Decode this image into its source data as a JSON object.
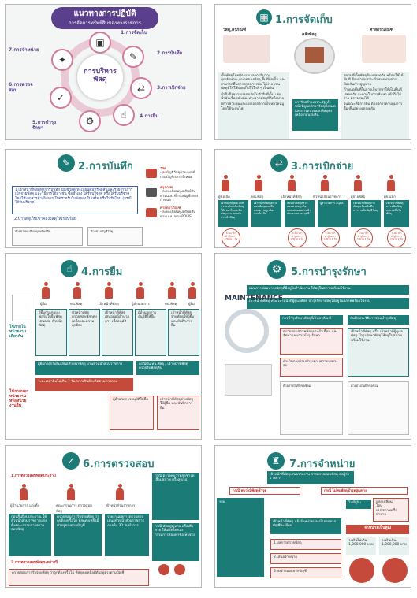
{
  "c1": {
    "title1": "แนวทางการปฏิบัติ",
    "title2": "การจัดการทรัพย์สินของทางราชการ",
    "center": "การบริหาร พัสดุ",
    "items": [
      "1.การจัดเก็บ",
      "2.การบันทึก",
      "3.การเบิกจ่าย",
      "4.การยืม",
      "5.การบำรุง รักษา",
      "6.การตรวจ สอบ",
      "7.การจำหน่าย"
    ],
    "colors": {
      "purple": "#5a3f8c",
      "pink": "#d27a9a",
      "teal": "#1a7b77"
    }
  },
  "c2": {
    "title": "1.การจัดเก็บ",
    "labels": [
      "วัสดุ,ครุภัณฑ์",
      "คลังพัสดุ",
      "ศาสตราภัณฑ์"
    ],
    "left": [
      "เก็บพัสดุโดยพิจารณาจากปริมาณ คุณลักษณะ,ขนาดของพัสดุ,พื้นที่จัดเก็บ และสามารถคืนการตรวจการนับ ได้ง่าย เช่น พัสดุที่ใช้ใช้บ่อยเก็บไว้ใกล้ ๆ เป็นต้น",
      "คำนึงถึงความปลอดภัยในตัวสิ่งที่เก็บ เช่น น้ำมันเชื้อเพลิงต้องห่างจากพัสดุที่ติดไฟง่าย",
      "มีการควบคุมและแยกออกจากเป็นหมวดหมู่ โดยใช้ระบบไฟ"
    ],
    "mid": "การวัดสร้างเพราะรัฐ ทำหน้าที่ดูแลรักษาวัสดุทั้งหมด และการตรวจสอบพัสดุคงเหลือ ก่อนรับคืน",
    "right": [
      "สถานที่เก็บพัสดุต้องปลอดภัย พร้อมใช้ได้ทันที ต้องกำกับสาระกำหนดทางการป้องกันการสูญหาย",
      "กำหนดพื้นที่ในการเก็บรักษาให้เป็นพื้นที่ปลอดภัย สะดวกในการค้นหา เข้าถึงได้ง่าย ตรวจสอบได้",
      "ในขณะที่มีการยืม ต้องมีการควบคุมการยืม-คืนอย่างเคร่งครัด"
    ]
  },
  "c3": {
    "title": "2.การบันทึก",
    "side": [
      {
        "h": "วัสดุ",
        "t": "- ลงบัญชีวัสดุตามแบบที่ กรมบัญชีกลางกำหนด"
      },
      {
        "h": "ครุภัณฑ์",
        "t": "- ลงทะเบียนคุมทรัพย์สินตามแบบ ที่กรมบัญชีกลางกำหนด"
      },
      {
        "h": "ศาสตราภัณฑ์",
        "t": "- ลงทะเบียนคุมทรัพย์สินตามแบบ ของ POLIS"
      }
    ],
    "p1": "1.เจ้าหน้าที่พัสดุทำการบันทึก บัญชีวัสดุ/ทะเบียนคุมทรัพย์สินและรายงานการเบิกจ่ายพัสดุ และวิธีการได้มาเช่น ซื้อซ้ำเอง ได้รับบริจาค หรือได้รับบริจาค โดยใช้เอกสารอ้างอิงจาก ใบตรวจรับใบส่งของ ใบเสร็จ หรือใบรับโอน (กรณีได้รับบริจาค)",
    "p2": "2.นำวัสดุเก็บเข้าคลังวัสดุให้เรียบร้อย",
    "doc1": "ตัวอย่างทะเบียนคุมทรัพย์สิน",
    "doc2": "ตัวอย่างบัญชีวัสดุ"
  },
  "c4": {
    "title": "3.การเบิกจ่าย",
    "roles": [
      "ผู้ขอเบิก",
      "หน.พัสดุ",
      "เจ้าหน้าที่พัสดุ",
      "หัวหน้าส่วนราชการ",
      "ผู้จ่ายพัสดุ",
      "ผู้ขอเบิก"
    ],
    "steps": [
      "เจ้าหน้าที่ผู้ขอเบิกที่ประสงค์จะเบิกพัสดุ ให้กรอกใบขอเบิกพัสดุและเสนอต่อหัวหน้าพัสดุ",
      "เจ้าหน้าที่พัสดุตรวจสอบพัสดุคงเหลือและความถูกต้อง ของใบเบิก",
      "หัวหน้าพัสดุตรวจสอบความถูกต้องและเสนอต่อหัวหน้าส่วนราชการอนุมัติ",
      "ผู้อำนวยการ อนุมัติ",
      "เจ้าหน้าที่พัสดุจ่ายพัสดุ พร้อมบันทึกการจ่ายในบัญชีวัสดุ",
      "เจ้าหน้าที่พัสดุตรวจนับพัสดุและลงชื่อรับพัสดุ"
    ],
    "times": [
      "ระยะเวลา ดำเนินการ ภายใน 1 วัน",
      "ระยะเวลา ดำเนินการ ภายใน 1 วัน",
      "ระยะเวลา ดำเนินการ ภายใน 1 วัน",
      "ระยะเวลา ดำเนินการ ภายใน 1 วัน",
      "ระยะเวลา ดำเนินการ ภายใน 1 วัน"
    ]
  },
  "c5": {
    "title": "4.การยืม",
    "roles": [
      "ผู้ยืม",
      "หน.พัสดุ",
      "เจ้าหน้าที่พัสดุ",
      "ผู้อำนวยการ",
      "หน.พัสดุ",
      "ผู้ยืม"
    ],
    "side1": "ใช้ภายในหน่วยงานเดียวกัน",
    "side2": "ใช้ภายนอกหน่วยงานหรือหน่วยงานอื่น",
    "steps": [
      "ผู้ยืมกรอกแบบฟอร์มใบยืมพัสดุ เสนอต่อ หัวหน้าพัสดุ",
      "หัวหน้าพัสดุตรวจสอบพัสดุคงเหลือและความถูกต้อง",
      "เจ้าหน้าที่พัสดุเสนอต่อผู้อำนวยการ เพื่ออนุมัติ",
      "ผู้อำนวยการอนุมัติให้ยืม",
      "เจ้าหน้าที่พัสดุจ่ายพัสดุให้ผู้ยืม และบันทึกการยืม"
    ],
    "note1": "ผู้ยืมกรอกใบยืมเสนอหัวหน้าพัสดุ ผ่านหัวหน้าส่วนราชการ",
    "note2": "ระยะเวลายืมไม่เกิน 7 วัน หากเกินต้องติดตามทวงถาม",
    "return": "กรณีคืน หน.พัสดุ / เจ้าหน้าที่พัสดุ ตรวจรับพัสดุคืน"
  },
  "c6": {
    "title": "5.การบำรุงรักษา",
    "main": "MAINTENANCE",
    "top1": "แผนการซ่อมบำรุงพัสดุที่มีอยู่ในสำนักงาน ให้อยู่ในสภาพพร้อมใช้งาน",
    "top2": "เจ้าหน้าที่พัสดุ หรือ เจ้าหน้าที่ผู้ดูแลพัสดุ บำรุงรักษาพัสดุให้อยู่ในสภาพพร้อมใช้งาน",
    "mid": "การบำรุงรักษาพัสดุที่เป็นครุภัณฑ์",
    "items": [
      "ตรวจสอบสภาพพัสดุประจำเดือน และจัดทำแผนการบำรุงรักษา",
      "ดำเนินการซ่อมบำรุงตามความเหมาะสม",
      "บันทึกประวัติการซ่อมบำรุงพัสดุ"
    ],
    "doc": "ตัวอย่างบันทึกขอซ่อม"
  },
  "c7": {
    "title": "6.การตรวจสอบ",
    "case1": "1.การตรวจสอบพัสดุประจำปี",
    "case2": "2.การตรวจสอบพัสดุระหว่างปี",
    "roles": [
      "ผู้อำนวยการ แต่งตั้ง",
      "คณะกรรมการ ตรวจสอบพัสดุ",
      "หัวหน้าส่วนราชการ"
    ],
    "steps": [
      "ก่อนสิ้นปีงบประมาณ ให้หัวหน้าส่วนราชการแต่งตั้งคณะกรรมการตรวจสอบพัสดุ",
      "ตรวจสอบการรับจ่ายพัสดุ ว่าถูกต้องหรือไม่ พัสดุคงเหลือมีตัวอยู่ตรงตามบัญชี",
      "รายงานผลการตรวจสอบเสนอหัวหน้าส่วนราชการภายใน 30 วันทำการ"
    ],
    "right1": "กรณี ตรวจพบว่าพัสดุชำรุด เสื่อมสภาพ หรือสูญไป",
    "right2": "กรณี พัสดุสูญหาย หรือเสียหาย ให้แต่งตั้งคณะกรรมการสอบหาข้อเท็จจริง"
  },
  "c8": {
    "title": "7.การจำหน่าย",
    "top": "เจ้าหน้าที่พัสดุเสนอรายงาน การตรวจสอบพัสดุ ต่อผู้ว่าราชการ",
    "caseL": "กรณี พบว่ามีพัสดุชำรุด",
    "caseR": "กรณี ไม่พบพัสดุชำรุดสูญหาย",
    "center": "เจ้าหน้าที่พัสดุ แจ้งจำหน่ายและนำออกจากบัญชีทะเบียน",
    "rightLbl": "ไม่มีผู้รับ",
    "methods": [
      "ขาย",
      "แลกเปลี่ยน",
      "โอน",
      "แปรสภาพหรือทำลาย"
    ],
    "price": "จำหน่ายเป็นสูญ",
    "circles": [
      "วงเงินไม่เกิน 1,000,000 บาท",
      "วงเงินเกิน 1,000,000 บาท"
    ],
    "bottom": [
      "1.ผลการตรวจพัสดุ",
      "2.เสนอจำหน่าย",
      "3.ลงจ่ายออกจากบัญชี"
    ]
  }
}
